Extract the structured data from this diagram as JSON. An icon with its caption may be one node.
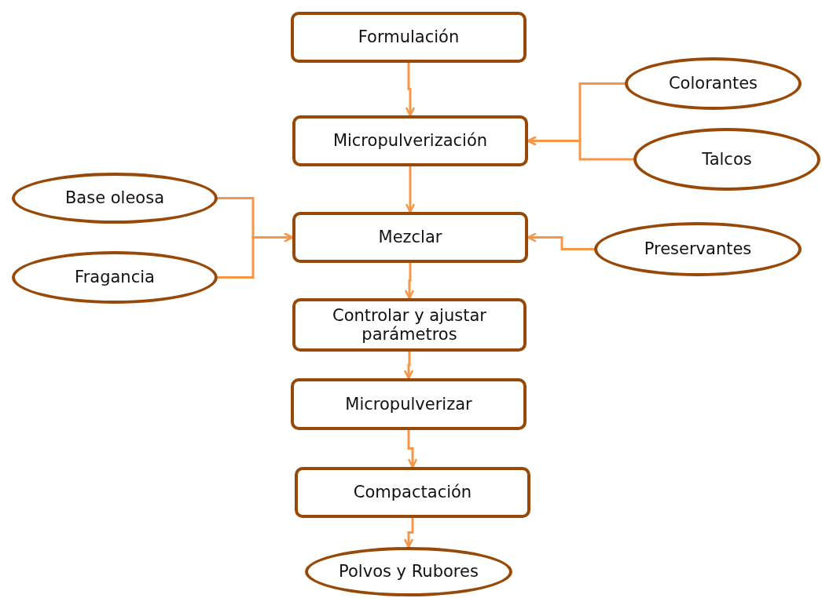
{
  "diagram": {
    "nodes": [
      {
        "text": [
          "Formulación"
        ]
      },
      {
        "text": [
          "Micropulverización"
        ]
      },
      {
        "text": [
          "Mezclar"
        ]
      },
      {
        "text": [
          "Controlar y ajustar parámetros"
        ]
      },
      {
        "text": [
          "Micropulverizar"
        ]
      },
      {
        "text": [
          "Compactación"
        ]
      },
      {
        "text": [
          "Polvos y Rubores"
        ]
      },
      {
        "text": [
          "Colorantes"
        ]
      },
      {
        "text": [
          "Talcos"
        ]
      },
      {
        "text": [
          "Base oleosa"
        ]
      },
      {
        "text": [
          "Fragancia"
        ]
      },
      {
        "text": [
          "Preservantes"
        ]
      }
    ],
    "edges": [
      {
        "from": 0,
        "to": 1,
        "arrow": "to"
      },
      {
        "from": 1,
        "to": 2,
        "arrow": "to"
      },
      {
        "from": 2,
        "to": 3,
        "arrow": "to"
      },
      {
        "from": 3,
        "to": 4,
        "arrow": "to"
      },
      {
        "from": 4,
        "to": 5,
        "arrow": "to"
      },
      {
        "from": 5,
        "to": 6,
        "arrow": "to"
      },
      {
        "from": 7,
        "to": 1,
        "arrow": "to"
      },
      {
        "from": 8,
        "to": 1,
        "arrow": "to"
      },
      {
        "from": 9,
        "to": 2,
        "arrow": "to"
      },
      {
        "from": 10,
        "to": 2,
        "arrow": "to"
      },
      {
        "from": 11,
        "to": 2,
        "arrow": "to"
      }
    ]
  }
}
